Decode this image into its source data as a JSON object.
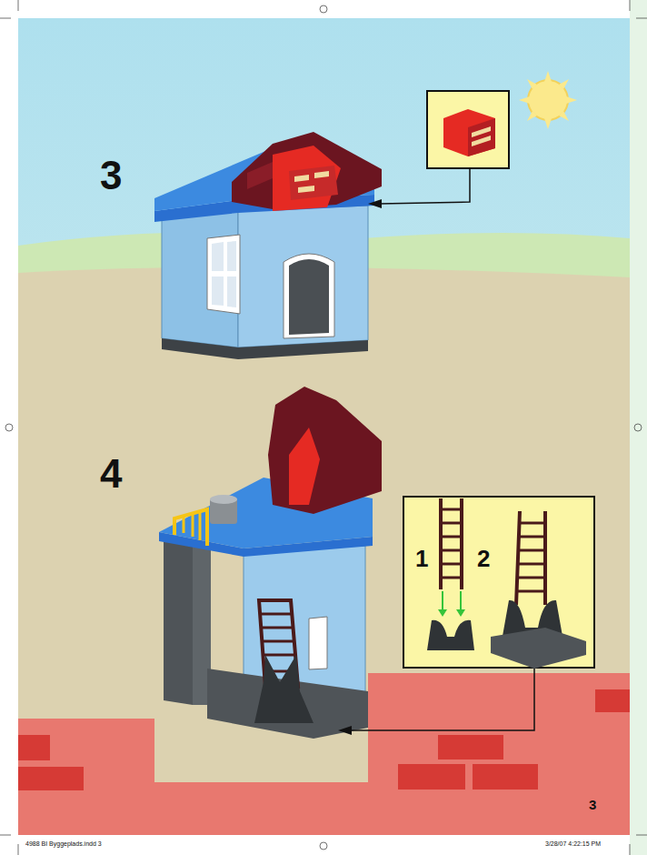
{
  "diagram": {
    "nodes": [
      {
        "text": [
          "1",
          "2"
        ]
      }
    ],
    "labels": [
      "3",
      "4",
      "3",
      "4988 BI Byggeplads.indd 3",
      "3/28/07 4:22:15 PM"
    ]
  }
}
